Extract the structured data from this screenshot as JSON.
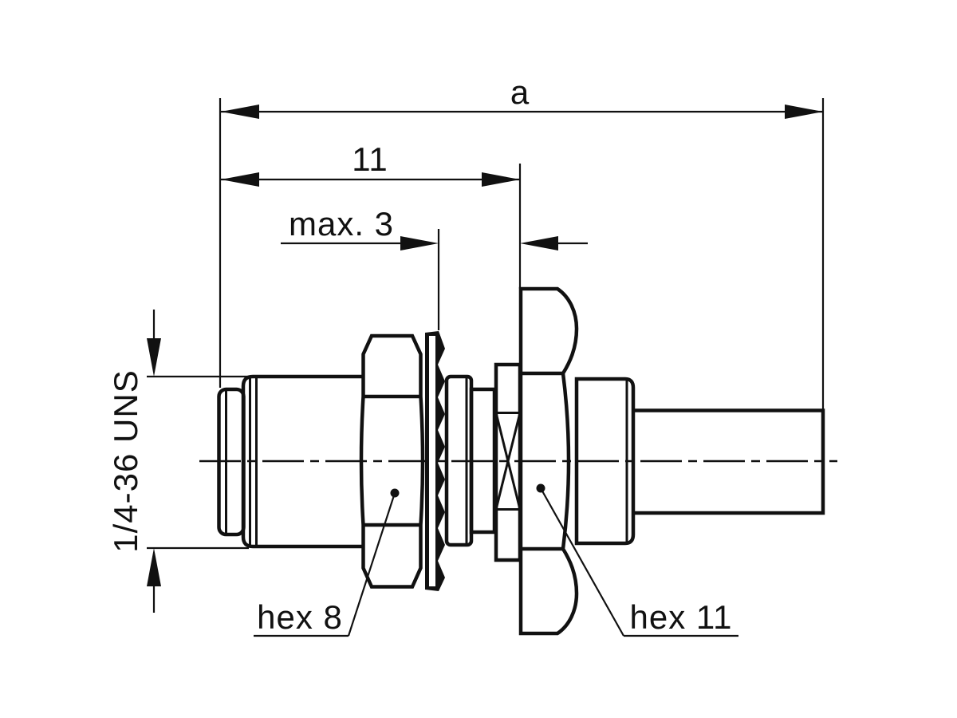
{
  "drawing": {
    "type": "technical-drawing",
    "subject": "coaxial bulkhead connector side view",
    "colors": {
      "line": "#111111",
      "background": "#ffffff"
    },
    "dimensions": {
      "overall_length": {
        "label": "a"
      },
      "thread_length": {
        "label": "11"
      },
      "panel_thickness": {
        "label": "max. 3"
      },
      "thread_spec": {
        "label": "1/4-36 UNS"
      }
    },
    "callouts": {
      "nut_small": {
        "label": "hex 8"
      },
      "nut_large": {
        "label": "hex 11"
      }
    }
  }
}
